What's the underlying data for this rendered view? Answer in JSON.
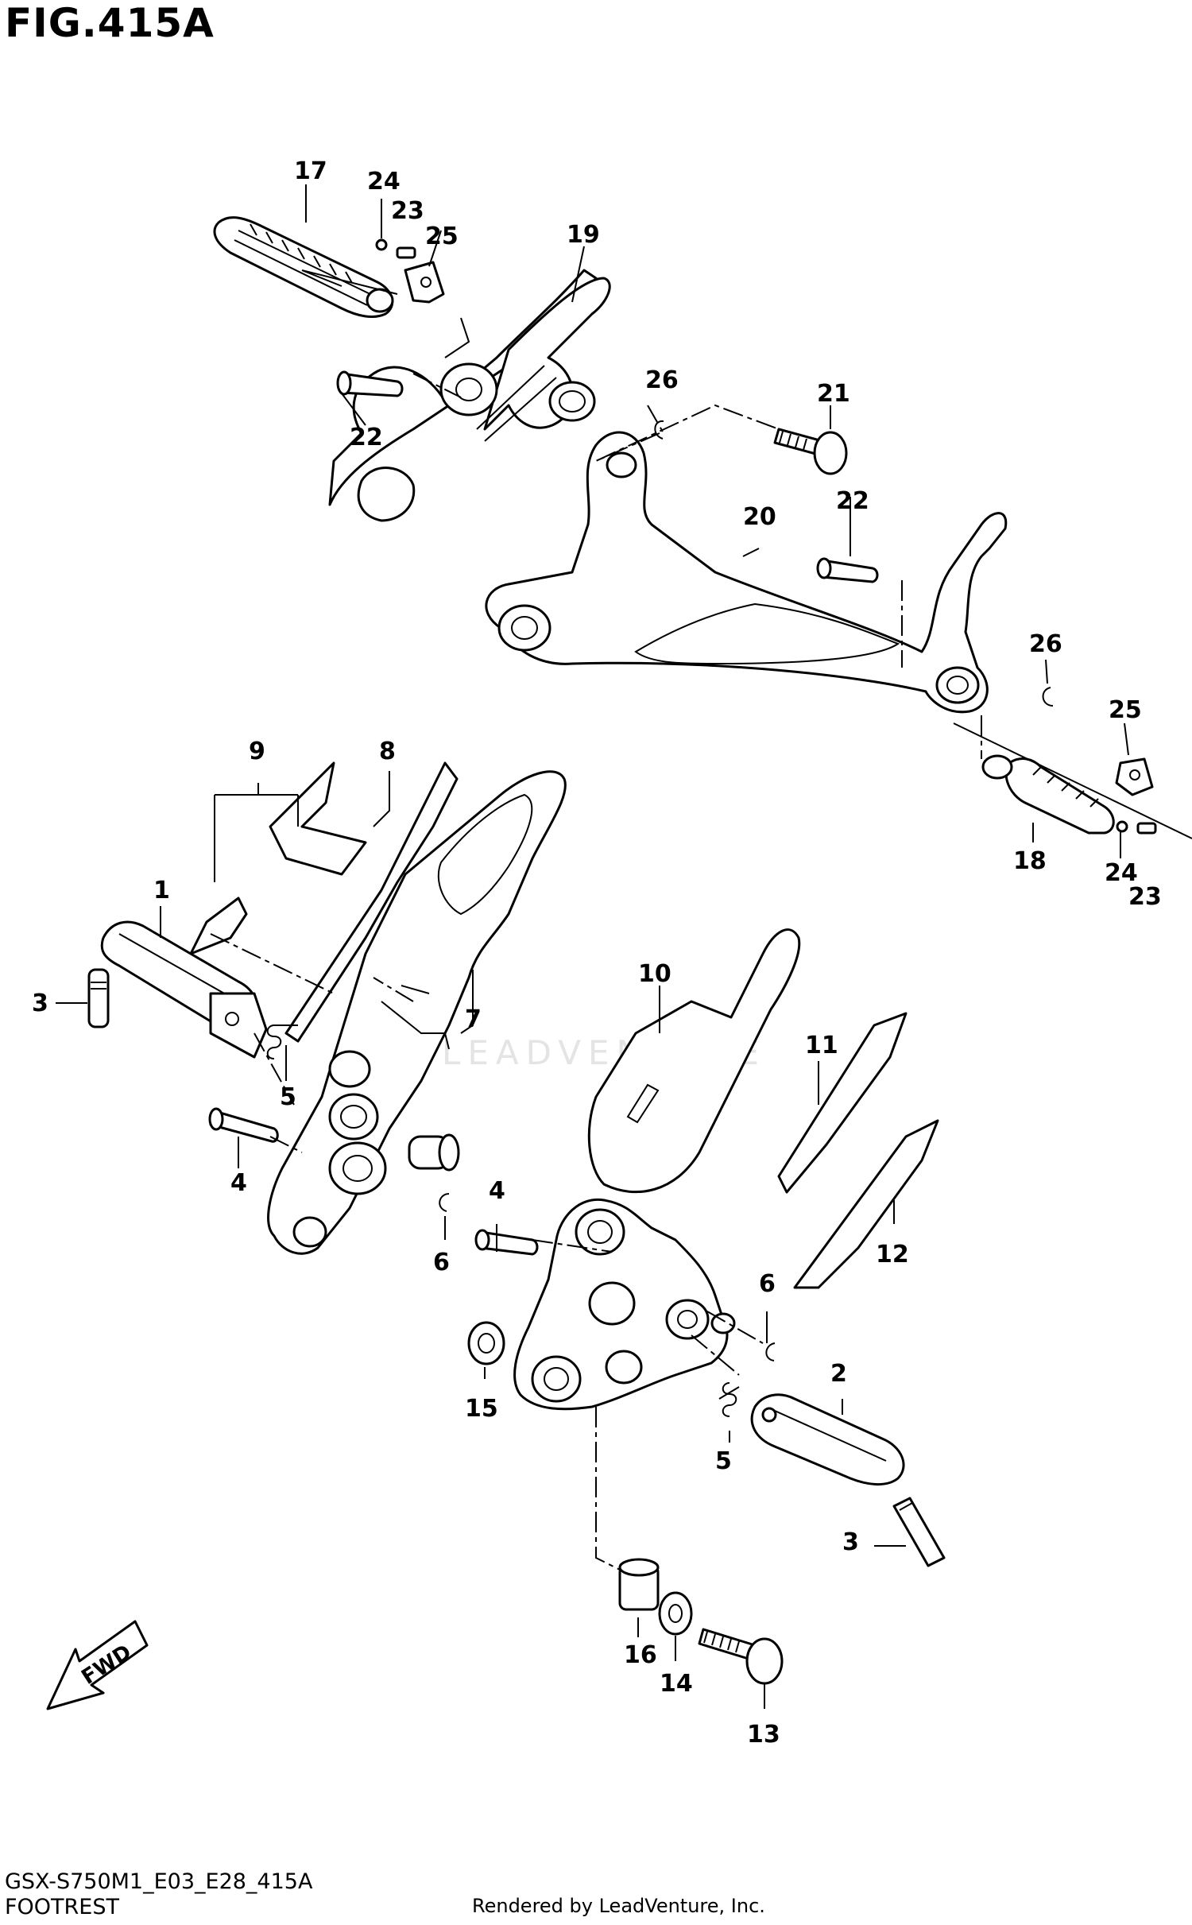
{
  "figure": {
    "title": "FIG.415A",
    "model_code": "GSX-S750M1_E03_E28_415A",
    "section_name": "FOOTREST",
    "rendered_by": "Rendered by LeadVenture, Inc.",
    "watermark": "LEADVENTURE",
    "fwd_arrow_label": "FWD"
  },
  "callouts": {
    "c1": "1",
    "c2": "2",
    "c3a": "3",
    "c3b": "3",
    "c4a": "4",
    "c4b": "4",
    "c5a": "5",
    "c5b": "5",
    "c6a": "6",
    "c6b": "6",
    "c7": "7",
    "c8": "8",
    "c9": "9",
    "c10": "10",
    "c11": "11",
    "c12": "12",
    "c13": "13",
    "c14": "14",
    "c15": "15",
    "c16": "16",
    "c17": "17",
    "c18": "18",
    "c19": "19",
    "c20": "20",
    "c21": "21",
    "c22a": "22",
    "c22b": "22",
    "c23a": "23",
    "c23b": "23",
    "c24a": "24",
    "c24b": "24",
    "c25a": "25",
    "c25b": "25",
    "c26a": "26",
    "c26b": "26"
  }
}
